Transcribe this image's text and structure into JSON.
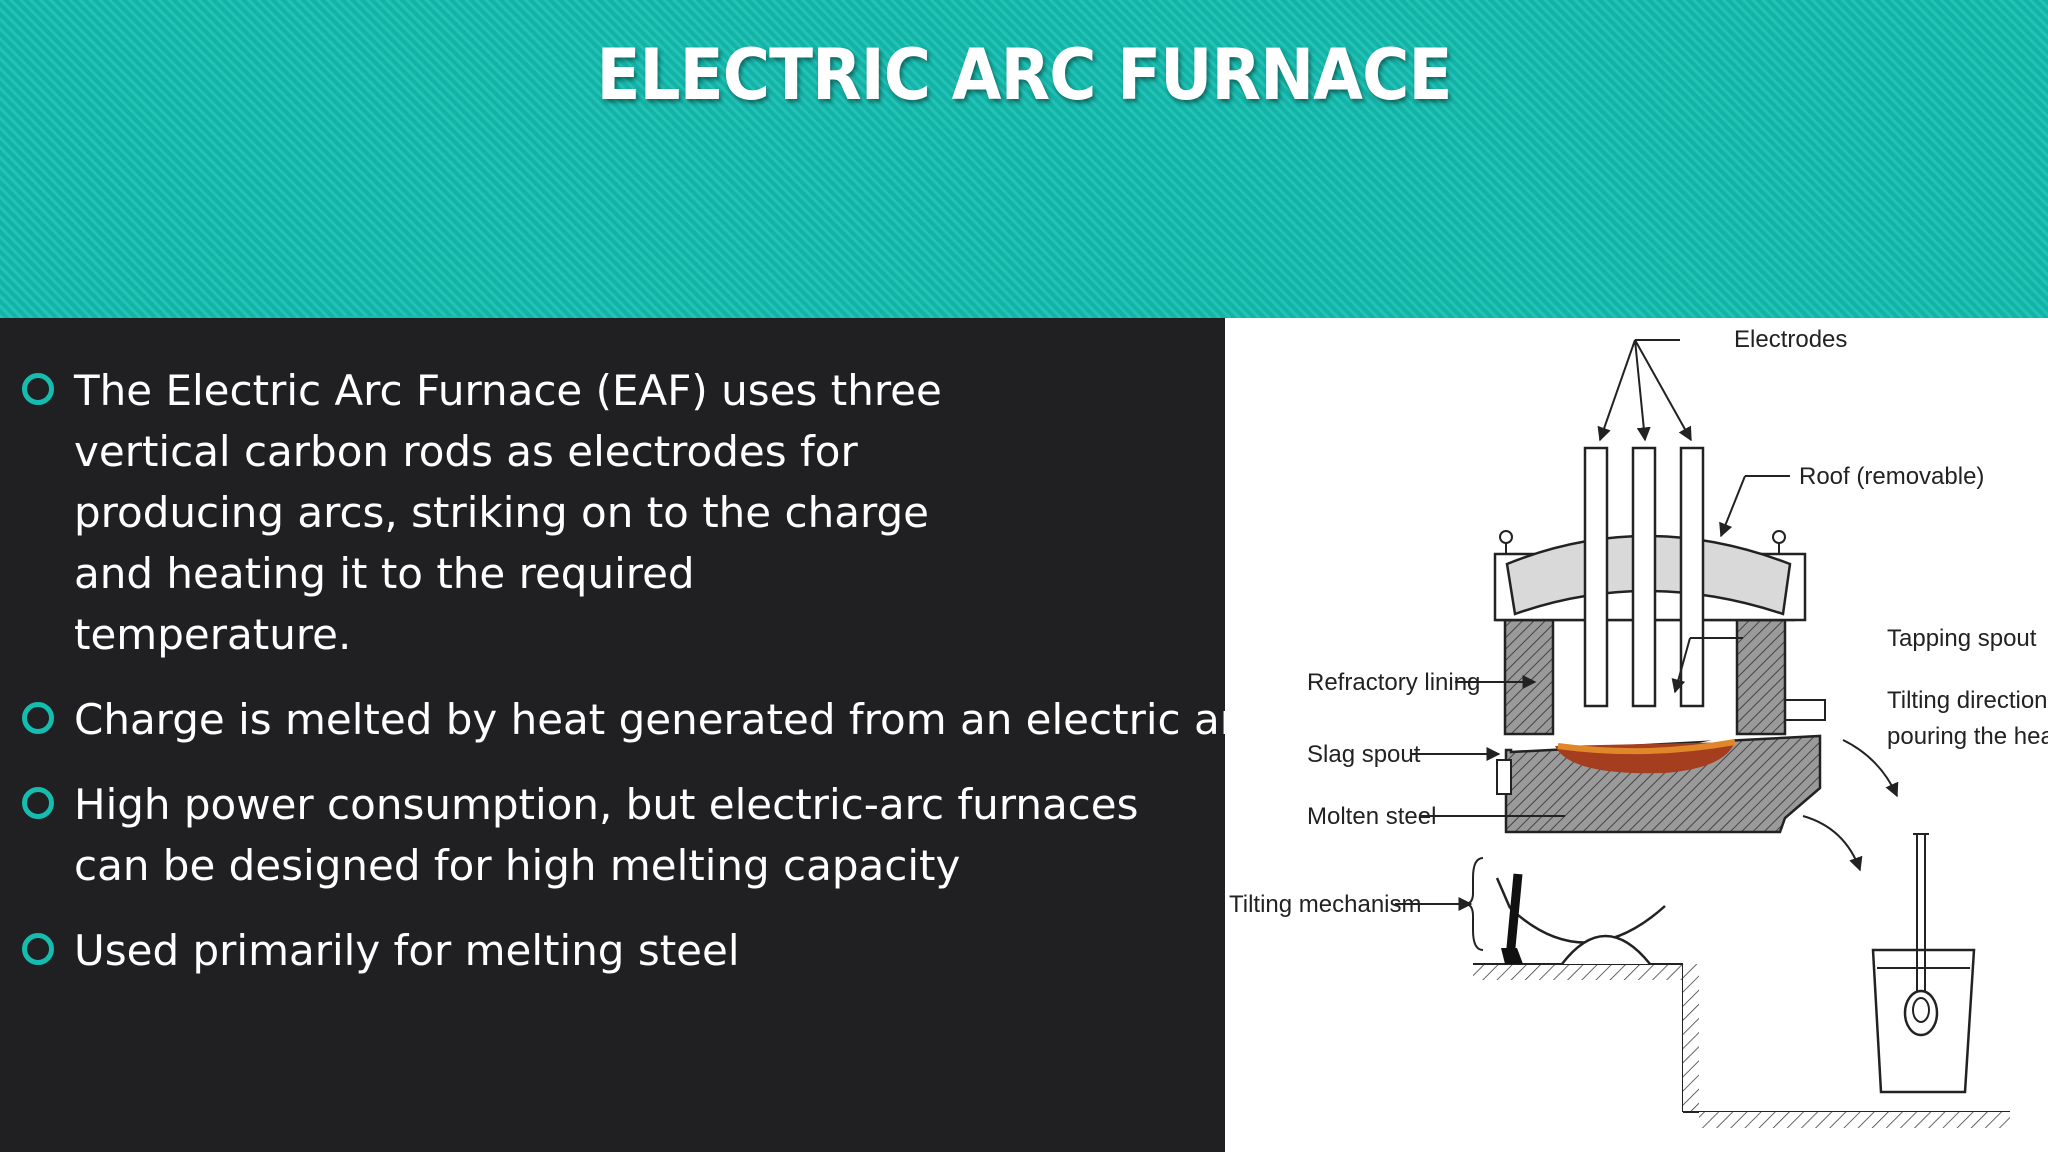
{
  "slide": {
    "title": "ELECTRIC ARC FURNACE",
    "accent_color": "#14bdb0",
    "background_color": "#201f21"
  },
  "bullets": [
    {
      "icon": "hollow-circle-bullet-icon",
      "text": "The Electric Arc Furnace (EAF) uses three vertical carbon rods as electrodes for producing arcs, striking on to the charge and heating it to the required temperature."
    },
    {
      "icon": "hollow-circle-bullet-icon",
      "text": "Charge is melted by heat generated from an electric arc"
    },
    {
      "icon": "hollow-circle-bullet-icon",
      "text": "High power consumption, but electric-arc furnaces can be designed for high melting capacity"
    },
    {
      "icon": "hollow-circle-bullet-icon",
      "text": "Used primarily for melting steel"
    }
  ],
  "diagram": {
    "labels": {
      "electrodes": "Electrodes",
      "roof": "Roof (removable)",
      "tapping_spout": "Tapping spout",
      "tilting_direction_1": "Tilting direction for",
      "tilting_direction_2": "pouring the heat",
      "refractory_lining": "Refractory lining",
      "slag_spout": "Slag spout",
      "molten_steel": "Molten steel",
      "tilting_mechanism": "Tilting mechanism"
    }
  }
}
